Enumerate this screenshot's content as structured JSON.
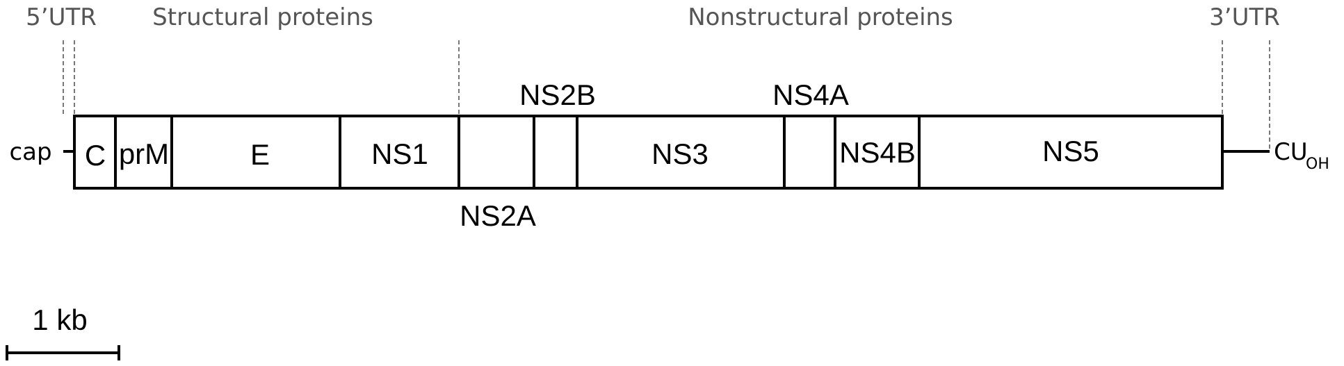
{
  "regions": {
    "utr5": "5’UTR",
    "structural": "Structural proteins",
    "nonstructural": "Nonstructural proteins",
    "utr3": "3’UTR"
  },
  "ends": {
    "five_prime": "cap",
    "three_prime_main": "CU",
    "three_prime_sub": "OH"
  },
  "segments": [
    {
      "id": "c",
      "label": "C"
    },
    {
      "id": "prm",
      "label": "prM"
    },
    {
      "id": "e",
      "label": "E"
    },
    {
      "id": "ns1",
      "label": "NS1"
    },
    {
      "id": "ns2a",
      "label": "NS2A"
    },
    {
      "id": "ns2b",
      "label": "NS2B"
    },
    {
      "id": "ns3",
      "label": "NS3"
    },
    {
      "id": "ns4a",
      "label": "NS4A"
    },
    {
      "id": "ns4b",
      "label": "NS4B"
    },
    {
      "id": "ns5",
      "label": "NS5"
    }
  ],
  "scale_bar": {
    "label": "1 kb"
  }
}
